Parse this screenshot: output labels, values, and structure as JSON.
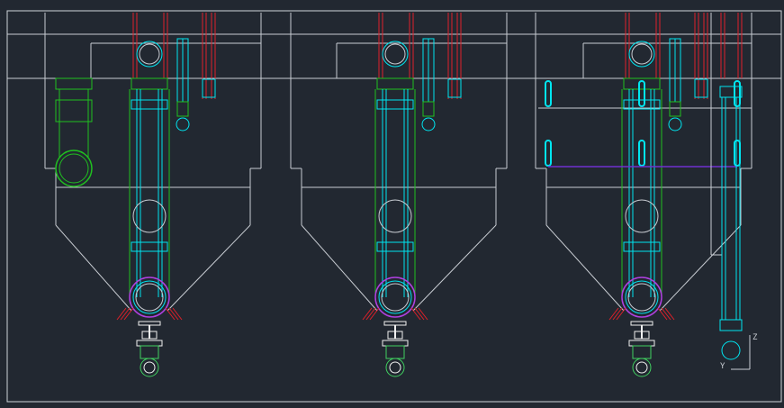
{
  "window": {
    "title": ""
  },
  "colors": {
    "background": "#222831",
    "frame": "#d0d4da",
    "outline": "#c8ccd2",
    "cyan": "#00e5f0",
    "red": "#e0202a",
    "green": "#20c020",
    "magenta": "#b040e0",
    "purple": "#7030d0",
    "white": "#f0f0f0",
    "valve_green": "#40d060"
  },
  "ucs": {
    "x_label": "",
    "y_label": "Y",
    "z_label": "Z"
  },
  "drawing": {
    "bays": 3,
    "left_bay": {
      "inlet_pipe": "green"
    },
    "right_bay": {
      "side_pipe": "cyan",
      "level_gauges": 6
    }
  }
}
